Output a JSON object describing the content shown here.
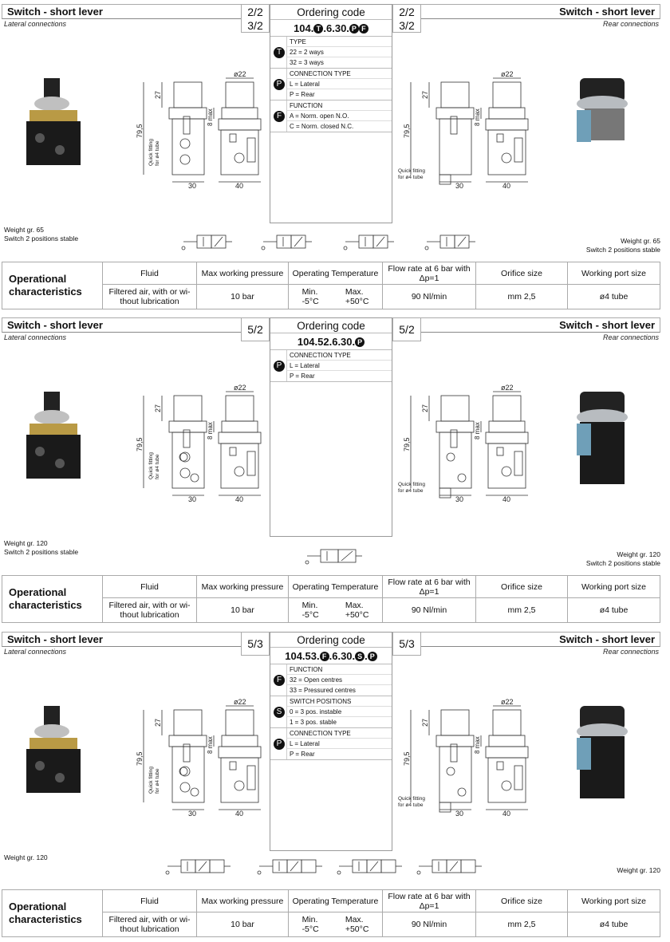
{
  "common": {
    "title": "Switch - short lever",
    "lateral": "Lateral connections",
    "rear": "Rear connections",
    "ordering_title": "Ordering code",
    "drawing": {
      "dia": "ø22",
      "h27": "27",
      "h795": "79,5",
      "max8": "8 max",
      "w30": "30",
      "w40": "40",
      "fitting1": "Quick fitting",
      "fitting2": "for ø4 tube"
    },
    "table": {
      "label1": "Operational",
      "label2": "characteristics",
      "headers": [
        "Fluid",
        "Max working pressure",
        "Operating Temperature",
        "Flow rate at 6 bar with Δp=1",
        "Orifice size",
        "Working port size"
      ],
      "values": {
        "fluid": "Filtered air, with or wi- thout lubrication",
        "pressure": "10 bar",
        "temp_min_label": "Min.",
        "temp_min": "-5°C",
        "temp_max_label": "Max.",
        "temp_max": "+50°C",
        "flow": "90 Nl/min",
        "orifice": "mm 2,5",
        "port": "ø4 tube"
      }
    }
  },
  "sections": [
    {
      "ways": [
        "2/2",
        "3/2"
      ],
      "code_parts": [
        "104.",
        "T",
        ".6.30.",
        "P",
        "F"
      ],
      "groups": [
        {
          "bullet": "T",
          "rows": [
            "TYPE",
            "22 = 2 ways",
            "32 = 3 ways"
          ]
        },
        {
          "bullet": "P",
          "rows": [
            "CONNECTION TYPE",
            "L = Lateral",
            "P = Rear"
          ]
        },
        {
          "bullet": "F",
          "rows": [
            "FUNCTION",
            "A = Norm. open N.O.",
            "C = Norm. closed N.C."
          ]
        }
      ],
      "weight_left": [
        "Weight gr. 65",
        "Switch 2 positions stable"
      ],
      "weight_right": [
        "Weight gr. 65",
        "Switch 2 positions stable"
      ],
      "symbols": 4
    },
    {
      "ways": [
        "5/2"
      ],
      "code_parts": [
        "104.52.6.30.",
        "P"
      ],
      "groups": [
        {
          "bullet": "P",
          "rows": [
            "CONNECTION TYPE",
            "L = Lateral",
            "P = Rear"
          ]
        }
      ],
      "weight_left": [
        "Weight gr. 120",
        "Switch 2 positions stable"
      ],
      "weight_right": [
        "Weight gr. 120",
        "Switch 2 positions stable"
      ],
      "symbols": 1
    },
    {
      "ways": [
        "5/3"
      ],
      "code_parts": [
        "104.53.",
        "F",
        ".6.30.",
        "S",
        ".",
        "P"
      ],
      "groups": [
        {
          "bullet": "F",
          "rows": [
            "FUNCTION",
            "32 = Open centres",
            "33 = Pressured centres"
          ]
        },
        {
          "bullet": "S",
          "rows": [
            "SWITCH POSITIONS",
            "0 = 3 pos. instable",
            "1 = 3 pos. stable"
          ]
        },
        {
          "bullet": "P",
          "rows": [
            "CONNECTION TYPE",
            "L = Lateral",
            "P = Rear"
          ]
        }
      ],
      "weight_left": [
        "Weight gr. 120"
      ],
      "weight_right": [
        "Weight gr. 120"
      ],
      "symbols": 4
    }
  ]
}
